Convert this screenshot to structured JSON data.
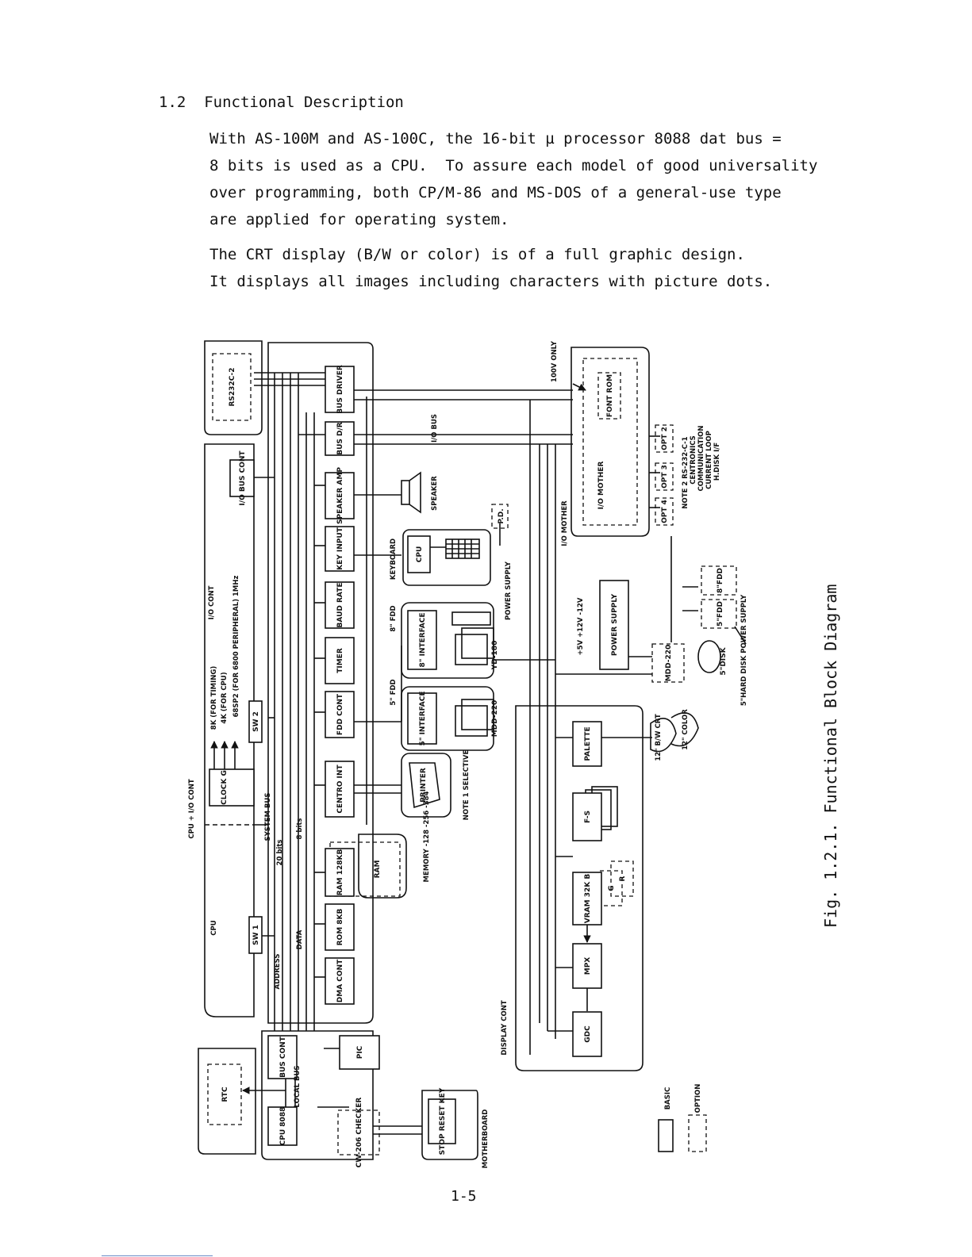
{
  "section": {
    "number": "1.2",
    "title": "Functional Description"
  },
  "paragraphs": [
    "With AS-100M and AS-100C, the 16-bit µ processor 8088 dat bus =\n8 bits is used as a CPU.  To assure each model of good universality\nover programming, both CP/M-86 and MS-DOS of a general-use type\nare applied for operating system.",
    "The CRT display (B/W or color) is of a full graphic design.\nIt displays all images including characters with picture dots."
  ],
  "diagram": {
    "blocks": {
      "bus_driver": "BUS DRIVER",
      "bus_dr": "BUS D/R",
      "speaker_amp": "SPEAKER AMP",
      "key_input": "KEY INPUT",
      "baud_rate": "BAUD RATE",
      "timer": "TIMER",
      "fdd_cont": "FDD CONT",
      "centro_int": "CENTRO INT",
      "ram": "RAM 128KB",
      "rom": "ROM 8KB",
      "dma_cont": "DMA CONT",
      "pic": "PIC",
      "bus_cont": "BUS CONT",
      "cpu_8088": "CPU 8088",
      "rtc": "RTC",
      "cw_checker": "CW-206 CHECKER",
      "stop_reset": "STOP RESET KEY",
      "io_bus_cont": "I/O BUS CONT",
      "rs232c": "RS232C-2",
      "clock": "CLOCK G",
      "sw1": "SW 1",
      "sw2": "SW 2",
      "kb_cpu": "CPU",
      "if8": "8\" INTERFACE",
      "if5": "5\" INTERFACE",
      "yd180": "YD-180",
      "mdd220": "MDD-220",
      "printer": "PRINTER",
      "ram_opt": "RAM",
      "font_rom": "FONT ROM",
      "io_mother": "I/O MOTHER",
      "opt2": "OPT 2",
      "opt3": "OPT 3",
      "opt4": "OPT 4",
      "power_supply": "POWER SUPPLY",
      "palette": "PALETTE",
      "fs": "F-S",
      "vram": "VRAM 32K B",
      "g": "G",
      "r": "R",
      "mpx": "MPX",
      "gdc": "GDC",
      "pd": "P.D.",
      "fdd8": "8\"FDD",
      "fdd5": "5\"FDD",
      "disk5": "5\"DISK",
      "mdd220_opt": "MDD-220"
    },
    "labels": {
      "cpu_io_cont": "CPU + I/O CONT",
      "cpu": "CPU",
      "io_cont": "I/O CONT",
      "system_bus": "SYSTEM BUS",
      "bits20": "20 bits",
      "bits8": "8 bits",
      "address": "ADDRESS",
      "data": "DATA",
      "local_bus": "LOCAL BUS",
      "clk1": "8K (FOR TIMING)",
      "clk2": "4K (FOR CPU)",
      "clk3": "68SP2 (FOR 6800 PERIPHERAL) 1MHz",
      "io_bus": "I/O BUS",
      "speaker": "SPEAKER",
      "keyboard": "KEYBOARD",
      "power_supply_kb": "POWER SUPPLY",
      "fdd8_label": "8\" FDD",
      "fdd5_label": "5\" FDD",
      "note1": "NOTE 1 SELECTIVE",
      "memory": "MEMORY -128 -256 -384",
      "motherboard": "MOTHERBOARD",
      "display_cont": "DISPLAY CONT",
      "io_mother_side": "I/O MOTHER",
      "v100": "100V ONLY",
      "voltages": "+5V  +12V  -12V",
      "note2": "NOTE 2 RS-232-C-1",
      "note2b": "CENTRONICS",
      "note2c": "COMMUNICATION",
      "note2d": "CURRENT LOOP",
      "note2e": "H.DISK I/F",
      "hard_disk_ps": "5\"HARD DISK POWER SUPPLY",
      "crt_bw": "12\" B/W CRT",
      "crt_color": "12\" COLOR",
      "basic": "BASIC",
      "option": "OPTION"
    }
  },
  "figure_caption": "Fig. 1.2.1.   Functional Block Diagram",
  "page_number": "1-5"
}
